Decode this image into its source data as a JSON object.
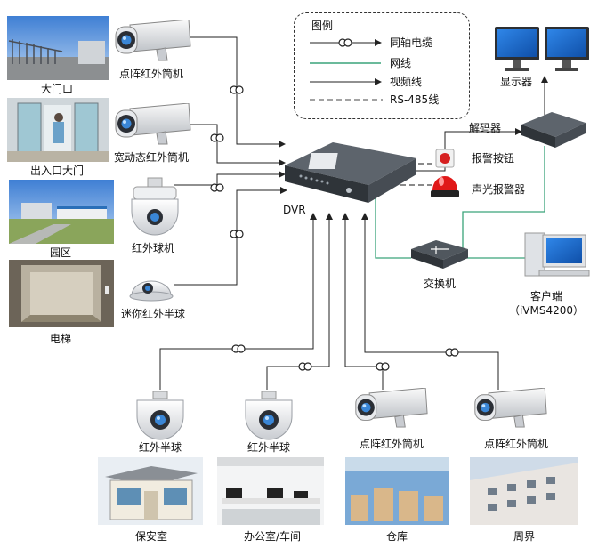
{
  "legend": {
    "title": "图例",
    "items": [
      {
        "label": "同轴电缆"
      },
      {
        "label": "网线"
      },
      {
        "label": "视频线"
      },
      {
        "label": "RS-485线"
      }
    ]
  },
  "center": {
    "dvr": "DVR"
  },
  "left_devices": [
    {
      "camera": "点阵红外筒机",
      "location": "大门口"
    },
    {
      "camera": "宽动态红外筒机",
      "location": "出入口大门"
    },
    {
      "camera": "红外球机",
      "location": "园区"
    },
    {
      "camera": "迷你红外半球",
      "location": "电梯"
    }
  ],
  "right_devices": {
    "display": "显示器",
    "decoder": "解码器",
    "alarm_button": "报警按钮",
    "sound_light_alarm": "声光报警器",
    "switch": "交换机",
    "client": "客户端",
    "client_sub": "（iVMS4200）"
  },
  "bottom_devices": [
    {
      "camera": "红外半球",
      "location": "保安室"
    },
    {
      "camera": "红外半球",
      "location": "办公室/车间"
    },
    {
      "camera": "点阵红外筒机",
      "location": "仓库"
    },
    {
      "camera": "点阵红外筒机",
      "location": "周界"
    }
  ],
  "colors": {
    "network": "#3aa37a",
    "line": "#222222",
    "sky": "#5b8fd6",
    "monitor": "#1f6fd1"
  }
}
